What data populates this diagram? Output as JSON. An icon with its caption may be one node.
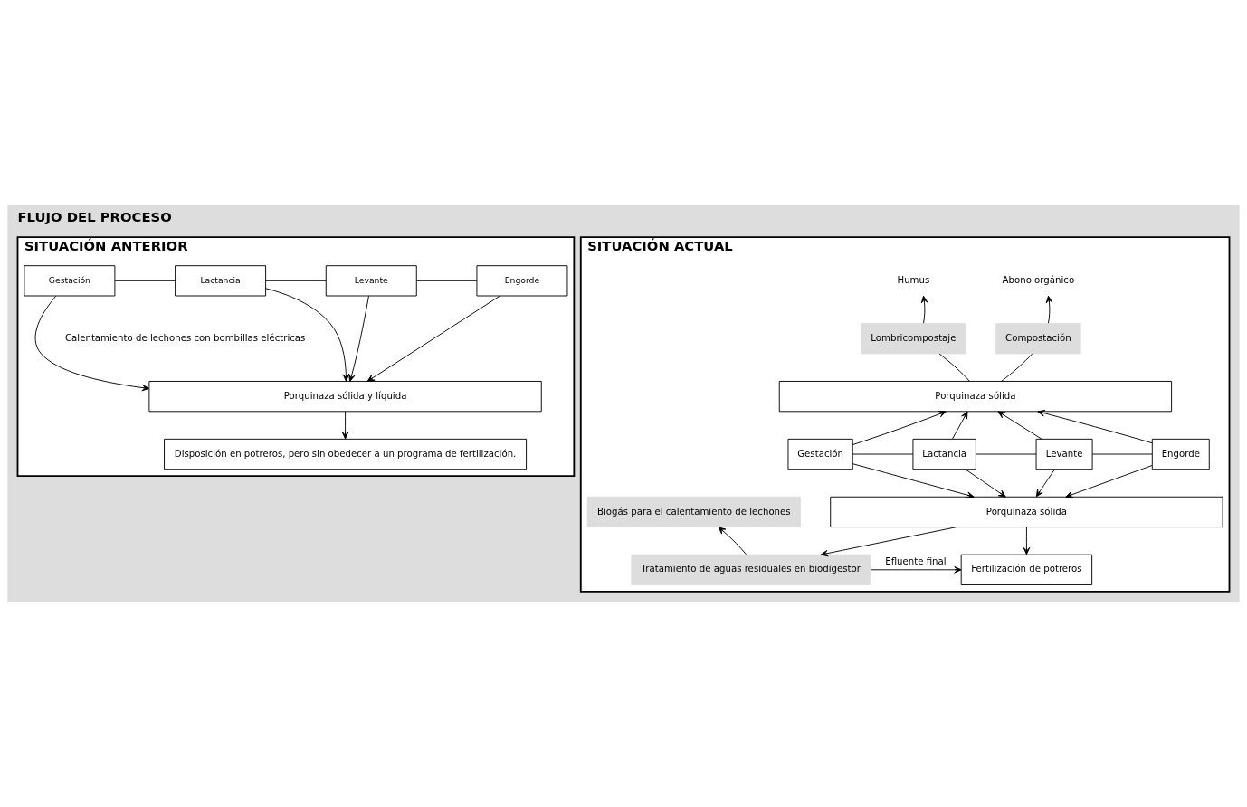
{
  "diagram": {
    "title": "FLUJO DEL PROCESO",
    "nodes": [
      {
        "text": [
          "SITUACIÓN ANTERIOR"
        ]
      },
      {
        "text": [
          "Gestación"
        ],
        "in": 0
      },
      {
        "text": [
          "Lactancia"
        ],
        "in": 0
      },
      {
        "text": [
          "Levante"
        ],
        "in": 0
      },
      {
        "text": [
          "Engorde"
        ],
        "in": 0
      },
      {
        "text": [
          "Porquinaza sólida y líquida"
        ],
        "in": 0
      },
      {
        "text": [
          "Disposición en potreros, pero sin obedecer a un programa de fertilización."
        ],
        "in": 0
      },
      {
        "text": [
          "SITUACIÓN ACTUAL"
        ]
      },
      {
        "text": [
          "Abono orgánico"
        ],
        "in": 7
      },
      {
        "text": [
          "Humus"
        ],
        "in": 7
      },
      {
        "text": [
          "Compostación"
        ],
        "in": 7
      },
      {
        "text": [
          "Lombricompostaje"
        ],
        "in": 7
      },
      {
        "text": [
          "Porquinaza sólida"
        ],
        "in": 7
      },
      {
        "text": [
          "Gestación"
        ],
        "in": 7
      },
      {
        "text": [
          "Lactancia"
        ],
        "in": 7
      },
      {
        "text": [
          "Levante"
        ],
        "in": 7
      },
      {
        "text": [
          "Engorde"
        ],
        "in": 7
      },
      {
        "text": [
          "Porquinaza sólida"
        ],
        "in": 7
      },
      {
        "text": [
          "Biogás para el calentamiento de lechones"
        ],
        "in": 7
      },
      {
        "text": [
          "Tratamiento de aguas residuales en biodigestor"
        ],
        "in": 7
      },
      {
        "text": [
          "Fertilización de potreros"
        ],
        "in": 7
      }
    ],
    "edges": [
      {
        "from": 1,
        "to": 2,
        "arrow": "none"
      },
      {
        "from": 2,
        "to": 3,
        "arrow": "none"
      },
      {
        "from": 3,
        "to": 4,
        "arrow": "none"
      },
      {
        "from": 1,
        "to": 5,
        "arrow": "to"
      },
      {
        "from": 2,
        "to": 5,
        "arrow": "to"
      },
      {
        "from": 3,
        "to": 5,
        "arrow": "to"
      },
      {
        "from": 4,
        "to": 5,
        "arrow": "to"
      },
      {
        "from": 5,
        "to": 6,
        "arrow": "to"
      },
      {
        "from": 10,
        "to": 8,
        "arrow": "to"
      },
      {
        "from": 11,
        "to": 9,
        "arrow": "to"
      },
      {
        "from": 12,
        "to": 10,
        "arrow": "none"
      },
      {
        "from": 12,
        "to": 11,
        "arrow": "none"
      },
      {
        "from": 13,
        "to": 12,
        "arrow": "to"
      },
      {
        "from": 14,
        "to": 12,
        "arrow": "to"
      },
      {
        "from": 15,
        "to": 12,
        "arrow": "to"
      },
      {
        "from": 16,
        "to": 12,
        "arrow": "to"
      },
      {
        "from": 13,
        "to": 14,
        "arrow": "none"
      },
      {
        "from": 14,
        "to": 15,
        "arrow": "none"
      },
      {
        "from": 15,
        "to": 16,
        "arrow": "none"
      },
      {
        "from": 13,
        "to": 17,
        "arrow": "to"
      },
      {
        "from": 14,
        "to": 17,
        "arrow": "to"
      },
      {
        "from": 15,
        "to": 17,
        "arrow": "to"
      },
      {
        "from": 16,
        "to": 17,
        "arrow": "to"
      },
      {
        "from": 17,
        "to": 19,
        "arrow": "to"
      },
      {
        "from": 17,
        "to": 20,
        "arrow": "to"
      },
      {
        "from": 19,
        "to": 18,
        "arrow": "to"
      },
      {
        "from": 19,
        "to": 20,
        "arrow": "to",
        "label": "Efluente final"
      }
    ],
    "labels": [
      "Calentamiento de lechones con bombillas eléctricas"
    ]
  }
}
